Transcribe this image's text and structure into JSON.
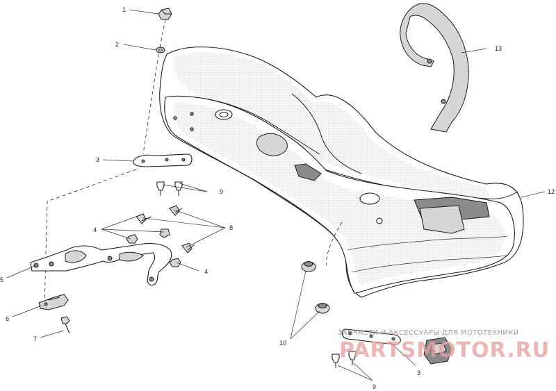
{
  "callouts": {
    "c1": "1",
    "c2": "2",
    "c3a": "3",
    "c3b": "3",
    "c4a": "4",
    "c4b": "4",
    "c5": "5",
    "c6": "6",
    "c7": "7",
    "c8": "8",
    "c9a": "9",
    "c9b": "9",
    "c10": "10",
    "c12": "12",
    "c13": "13"
  },
  "watermark": {
    "caption": "ЗАПЧАСТИ И АКСЕССУАРЫ ДЛЯ МОТОТЕХНИКИ",
    "site": "PARTSMOTOR.RU"
  },
  "colors": {
    "line": "#1a1a1a",
    "watermark_red": "#e8a0a0",
    "watermark_grey": "#9a9a9a"
  }
}
